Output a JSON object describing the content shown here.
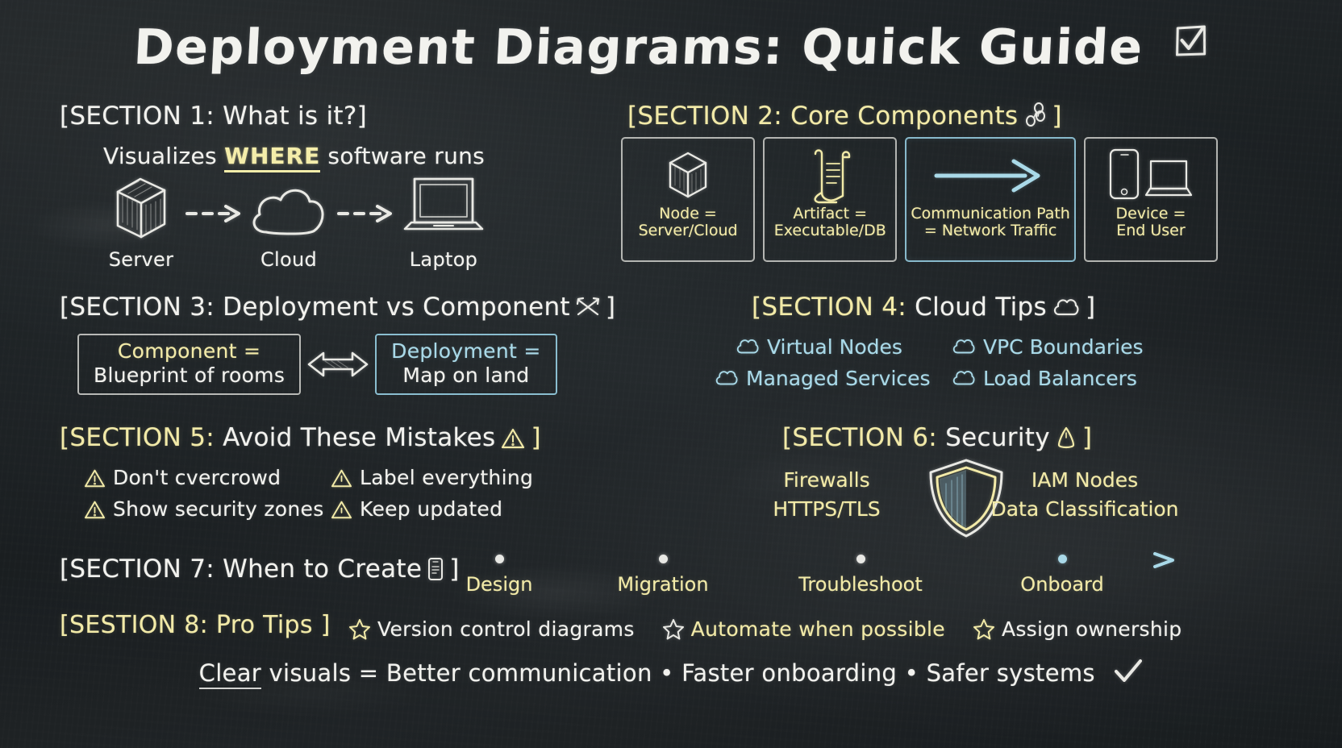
{
  "title": {
    "text": "Deployment Diagrams: Quick Guide",
    "icon": "checkbox-checked-icon"
  },
  "section1": {
    "header": "[SECTION 1: What is it?]",
    "subtitle_pre": "Visualizes ",
    "subtitle_highlight": "WHERE",
    "subtitle_post": " software runs",
    "flow": [
      {
        "label": "Server",
        "icon": "cube-server-icon"
      },
      {
        "label": "Cloud",
        "icon": "cloud-icon"
      },
      {
        "label": "Laptop",
        "icon": "laptop-icon"
      }
    ],
    "connector": "dashed-arrow-icon"
  },
  "section2": {
    "header_bracket_open": "[SECTION 2: ",
    "header_label": "Core Components",
    "header_icon": "network-nodes-icon",
    "header_bracket_close": "]",
    "cards": [
      {
        "icon": "cube-node-icon",
        "line1": "Node =",
        "line2": "Server/Cloud",
        "accent": "white"
      },
      {
        "icon": "scroll-artifact-icon",
        "line1": "Artifact =",
        "line2": "Executable/DB",
        "accent": "white"
      },
      {
        "icon": "arrow-right-icon",
        "line1": "Communication Path",
        "line2": "= Network Traffic",
        "accent": "blue"
      },
      {
        "icon": "phone-laptop-icon",
        "line1": "Device =",
        "line2": "End User",
        "accent": "white"
      }
    ]
  },
  "section3": {
    "header_bracket_open": "[SECTION 3: ",
    "header_label": "Deployment vs Component",
    "header_icon": "compare-arrows-icon",
    "header_bracket_close": "]",
    "left_box": {
      "line1": "Component =",
      "line2": "Blueprint of rooms"
    },
    "middle_icon": "double-arrow-icon",
    "right_box": {
      "line1": "Deployment =",
      "line2": "Map on land"
    }
  },
  "section4": {
    "header_bracket_open": "[SECTION 4: ",
    "header_label": "Cloud Tips",
    "header_icon": "cloud-icon",
    "header_bracket_close": "]",
    "tips": [
      {
        "label": "Virtual Nodes",
        "icon": "cloud-icon"
      },
      {
        "label": "VPC Boundaries",
        "icon": "cloud-icon"
      },
      {
        "label": "Managed Services",
        "icon": "cloud-icon"
      },
      {
        "label": "Load Balancers",
        "icon": "cloud-icon"
      }
    ]
  },
  "section5": {
    "header_bracket_open": "[SECTION 5: ",
    "header_label": "Avoid These Mistakes",
    "header_icon": "warning-triangle-icon",
    "header_bracket_close": "]",
    "mistakes": [
      {
        "label": "Don't cvercrowd",
        "icon": "warning-triangle-icon"
      },
      {
        "label": "Label everything",
        "icon": "warning-triangle-filled-icon"
      },
      {
        "label": "Show security zones",
        "icon": "warning-triangle-icon"
      },
      {
        "label": "Keep updated",
        "icon": "warning-triangle-icon"
      }
    ]
  },
  "section6": {
    "header_bracket_open": "[SECTION 6: ",
    "header_label": "Security",
    "header_icon": "lock-icon",
    "header_bracket_close": "]",
    "left": [
      "Firewalls",
      "HTTPS/TLS"
    ],
    "right": [
      "IAM Nodes",
      "Data Classification"
    ],
    "center_icon": "shield-icon"
  },
  "section7": {
    "header": "[SECTION 7: When to Create",
    "header_icon": "mobile-device-icon",
    "header_bracket_close": "]",
    "milestones": [
      "Design",
      "Migration",
      "Troubleshoot",
      "Onboard"
    ],
    "arrow_icon": "arrow-right-icon"
  },
  "section8": {
    "header": "[SESTION 8: Pro Tips  ]",
    "tips": [
      {
        "label": "Version control diagrams",
        "icon": "star-icon"
      },
      {
        "label": "Automate when possible",
        "icon": "star-icon"
      },
      {
        "label": "Assign ownership",
        "icon": "star-icon"
      }
    ]
  },
  "footer": {
    "underlined": "Clear",
    "rest": " visuals = Better communication • Faster onboarding • Safer systems",
    "icon": "checkmark-icon"
  },
  "colors": {
    "board": "#23282b",
    "chalk_white": "#f2f2ee",
    "chalk_yellow": "#f2eaa8",
    "chalk_blue": "#a9d9e8"
  }
}
